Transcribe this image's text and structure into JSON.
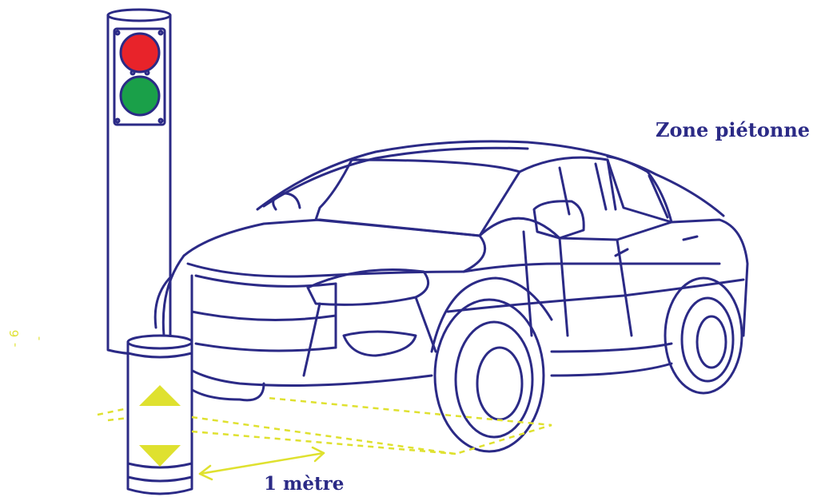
{
  "page_number": "- 6 -",
  "labels": {
    "zone": "Zone piétonne",
    "distance": "1 mètre"
  },
  "colors": {
    "line": "#2b2a86",
    "accent": "#dfe12f",
    "red_light": "#e8232a",
    "green_light": "#1aa049"
  },
  "icons": [
    "traffic-light-icon",
    "car-icon",
    "bollard-icon",
    "arrow-up-icon",
    "arrow-down-icon",
    "double-arrow-icon"
  ]
}
